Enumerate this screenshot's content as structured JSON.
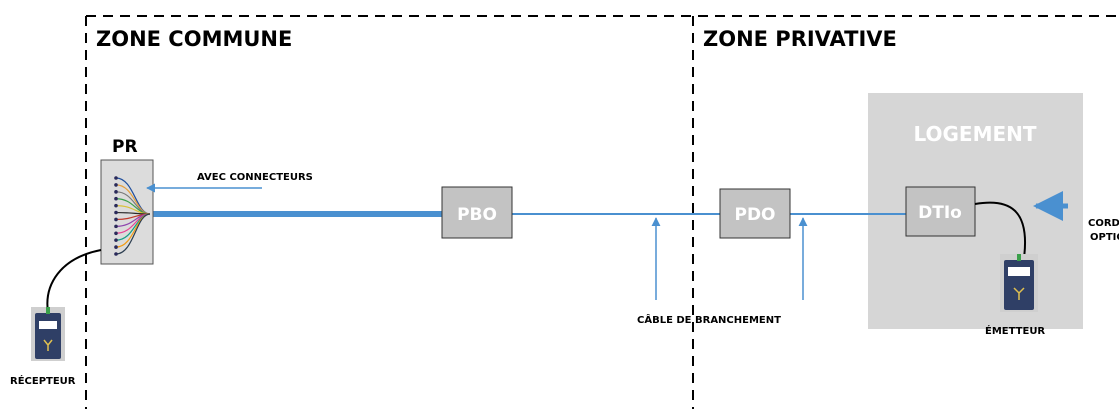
{
  "zones": {
    "commune": "ZONE COMMUNE",
    "privative": "ZONE PRIVATIVE"
  },
  "nodes": {
    "pr": "PR",
    "pbo": "PBO",
    "pdo": "PDO",
    "dtio": "DTIo",
    "logement": "LOGEMENT"
  },
  "annotations": {
    "avec_connecteurs": "AVEC CONNECTEURS",
    "cable_branchement": "CÂBLE DE BRANCHEMENT",
    "cordon_line1": "CORDON",
    "cordon_line2": "OPTIQUE"
  },
  "devices": {
    "recepteur": "RÉCEPTEUR",
    "emetteur": "ÉMETTEUR"
  },
  "colors": {
    "fiber": "#4a90d0",
    "box_fill": "#c3c3c3",
    "logement_fill": "#d6d6d6",
    "fiber_colors": [
      "#1f4e9c",
      "#e6a03c",
      "#7a7a7a",
      "#3aa04a",
      "#d9c23a",
      "#2a2a2a",
      "#c0392b",
      "#8e44ad",
      "#e84393",
      "#16a085",
      "#f39c12",
      "#2c3e50"
    ]
  }
}
